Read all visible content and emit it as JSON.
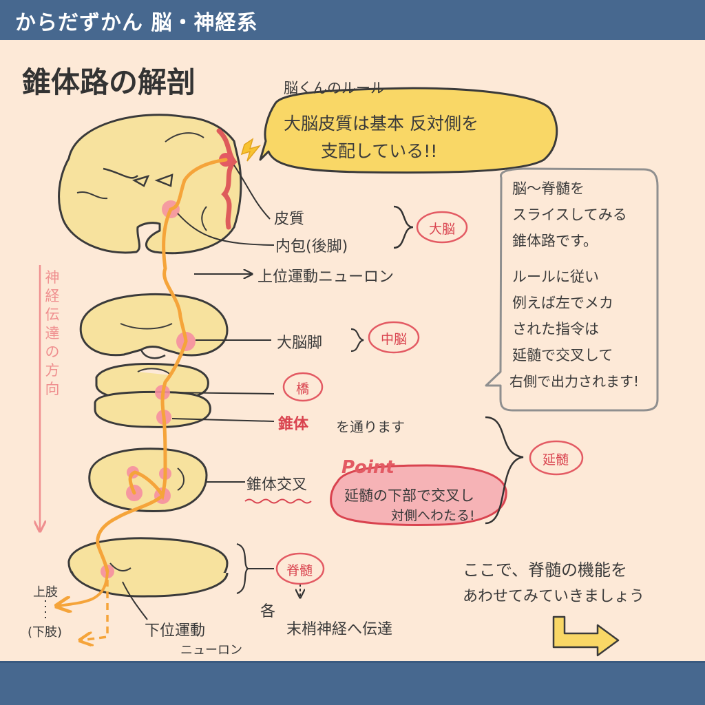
{
  "header": {
    "title": "からだずかん 脳・神経系"
  },
  "title": "錐体路の解剖",
  "rule_bubble": {
    "heading": "脳くんのルール",
    "line1": "大脳皮質は基本 反対側を",
    "line2": "支配している!!"
  },
  "labels": {
    "cortex": "皮質",
    "internal_capsule": "内包(後脚)",
    "cerebrum_group": "大脳",
    "upper_motor_neuron": "上位運動ニューロン",
    "cerebral_peduncle": "大脳脚",
    "midbrain_group": "中脳",
    "pons": "橋",
    "pyramid": "錐体",
    "pyramid_suffix": "を通ります",
    "medulla_group": "延髄",
    "decussation": "錐体交叉",
    "spinal_group": "脊髄",
    "each": "各",
    "peripheral": "末梢神経へ伝達",
    "upper_limb": "上肢",
    "lower_limb": "(下肢)",
    "lower_motor_neuron_1": "下位運動",
    "lower_motor_neuron_2": "ニューロン",
    "direction": "神経伝達の方向"
  },
  "point_bubble": {
    "word": "Point",
    "line1": "延髄の下部で交叉し",
    "line2": "対側へわたる!"
  },
  "side_note": {
    "lines": [
      "脳〜脊髄を",
      "スライスしてみる",
      "錐体路です。",
      "ルールに従い",
      "例えば左でメカ",
      "された指令は",
      "延髄で交叉して",
      "右側で出力されます!"
    ]
  },
  "closing": {
    "line1": "ここで、脊髄の機能を",
    "line2": "あわせてみていきましょう"
  },
  "colors": {
    "band": "#47688f",
    "paper": "#fde9d7",
    "tissue": "#f7e29e",
    "pathway": "#f5a43a",
    "accent_red": "#d9434f",
    "bubble_yellow": "#f9d766",
    "bubble_pink": "#f6b3b6",
    "arrow_pink": "#ef8f8f"
  }
}
